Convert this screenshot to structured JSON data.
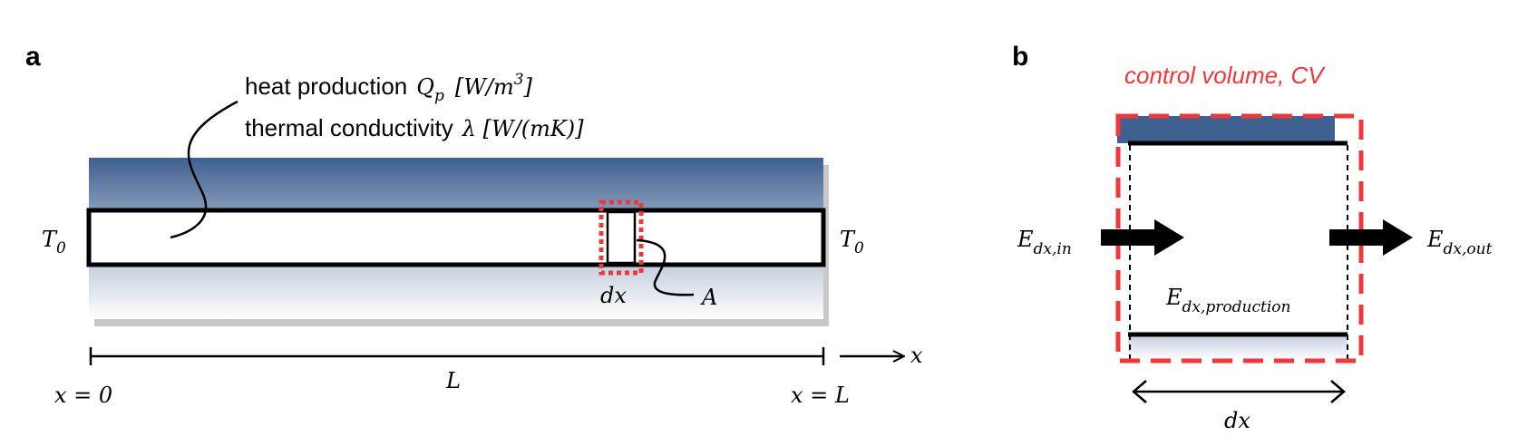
{
  "panel_a": {
    "label": "a",
    "heat_production_text": "heat production",
    "heat_production_symbol": "Q",
    "heat_production_sub": "p",
    "heat_production_unit": "[W/m",
    "heat_production_unit_exp": "3",
    "heat_production_unit_end": "]",
    "conductivity_text": "thermal conductivity",
    "conductivity_symbol": "λ [W/(mK)]",
    "left_temp": "T",
    "left_temp_sub": "0",
    "right_temp": "T",
    "right_temp_sub": "0",
    "dx_label": "dx",
    "area_label": "A",
    "length_label": "L",
    "x_start_label": "x = 0",
    "x_end_label": "x = L",
    "axis_label": "x"
  },
  "panel_b": {
    "label": "b",
    "cv_label": "control volume, CV",
    "e_in": "E",
    "e_in_sub": "dx,in",
    "e_out": "E",
    "e_out_sub": "dx,out",
    "e_prod": "E",
    "e_prod_sub": "dx,production",
    "dx_label": "dx"
  },
  "colors": {
    "slab_top": "#3f6190",
    "control_volume": "#f0373a",
    "shadow": "#c8c8c8"
  }
}
